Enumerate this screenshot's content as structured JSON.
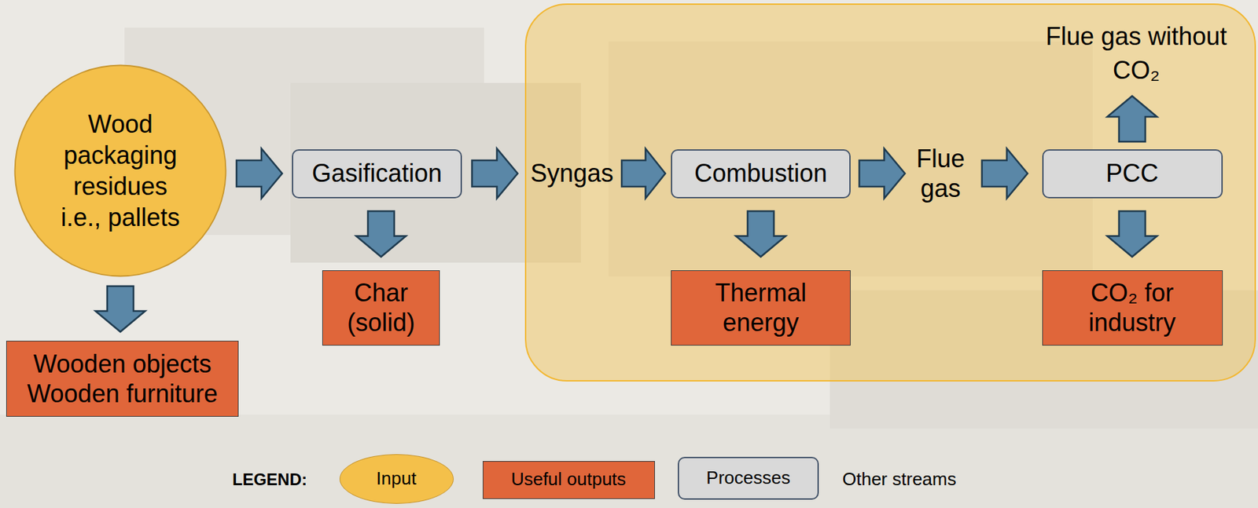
{
  "diagram": {
    "nodes": [
      {
        "text": [
          "Wood packaging residues i.e., pallets"
        ]
      },
      {
        "text": [
          "Gasification"
        ]
      },
      {
        "text": [
          "Syngas"
        ]
      },
      {
        "text": [
          "Combustion"
        ]
      },
      {
        "text": [
          "Flue gas"
        ]
      },
      {
        "text": [
          "PCC"
        ]
      },
      {
        "text": [
          "Flue gas without CO₂"
        ]
      },
      {
        "text": [
          "Char (solid)"
        ]
      },
      {
        "text": [
          "Thermal energy"
        ]
      },
      {
        "text": [
          "CO₂ for industry"
        ]
      },
      {
        "text": [
          "Wooden objects",
          "Wooden furniture"
        ]
      }
    ],
    "edges": [
      {
        "from": 0,
        "to": 1,
        "arrow": "to"
      },
      {
        "from": 1,
        "to": 2,
        "arrow": "to"
      },
      {
        "from": 2,
        "to": 3,
        "arrow": "to"
      },
      {
        "from": 3,
        "to": 4,
        "arrow": "to"
      },
      {
        "from": 4,
        "to": 5,
        "arrow": "to"
      },
      {
        "from": 5,
        "to": 6,
        "arrow": "to"
      },
      {
        "from": 1,
        "to": 7,
        "arrow": "to"
      },
      {
        "from": 3,
        "to": 8,
        "arrow": "to"
      },
      {
        "from": 5,
        "to": 9,
        "arrow": "to"
      },
      {
        "from": 0,
        "to": 10,
        "arrow": "to"
      }
    ],
    "labels": [
      "LEGEND:"
    ],
    "legend": [
      {
        "text": "Input",
        "color": "#f4c04a"
      },
      {
        "text": "Useful outputs",
        "color": "#e0663a"
      },
      {
        "text": "Processes",
        "color": "#d9d9d9"
      },
      {
        "text": "Other streams"
      }
    ]
  }
}
